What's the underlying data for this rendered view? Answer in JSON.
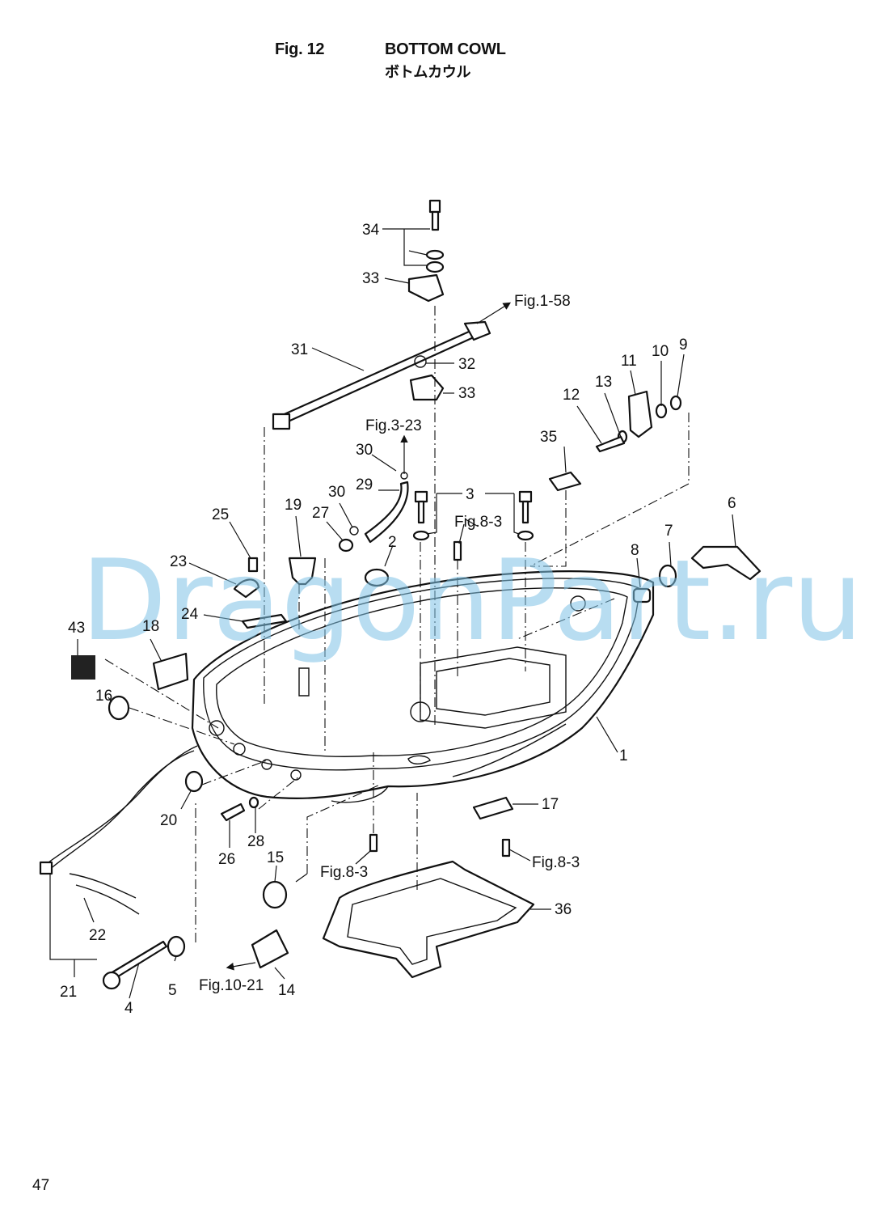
{
  "header": {
    "fig_number": "Fig. 12",
    "title": "BOTTOM COWL",
    "title_jp": "ボトムカウル"
  },
  "watermark": "DragonPart.ru",
  "page_number": "47",
  "callouts": {
    "c1": "1",
    "c2": "2",
    "c3": "3",
    "c4": "4",
    "c5": "5",
    "c6": "6",
    "c7": "7",
    "c8": "8",
    "c9": "9",
    "c10": "10",
    "c11": "11",
    "c12": "12",
    "c13": "13",
    "c14": "14",
    "c15": "15",
    "c16": "16",
    "c17": "17",
    "c18": "18",
    "c19": "19",
    "c20": "20",
    "c21": "21",
    "c22": "22",
    "c23": "23",
    "c24": "24",
    "c25": "25",
    "c26": "26",
    "c27": "27",
    "c28": "28",
    "c29": "29",
    "c30a": "30",
    "c30b": "30",
    "c31": "31",
    "c32": "32",
    "c33a": "33",
    "c33b": "33",
    "c34": "34",
    "c35": "35",
    "c36": "36",
    "c43": "43"
  },
  "references": {
    "fig_1_58": "Fig.1-58",
    "fig_3_23": "Fig.3-23",
    "fig_8_3_a": "Fig.8-3",
    "fig_8_3_b": "Fig.8-3",
    "fig_8_3_c": "Fig.8-3",
    "fig_10_21": "Fig.10-21"
  }
}
